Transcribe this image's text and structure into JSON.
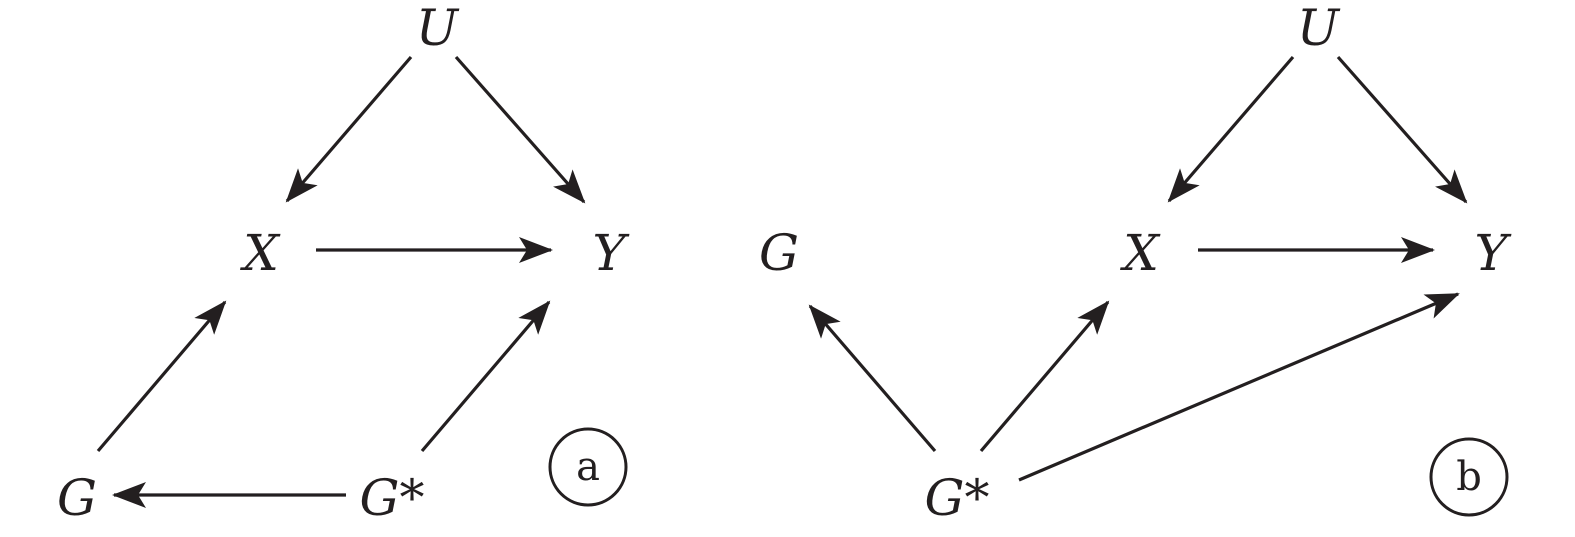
{
  "panels": [
    {
      "id": "a",
      "badge": "a",
      "nodes": {
        "U": "U",
        "X": "X",
        "Y": "Y",
        "G": "G",
        "Gstar": "G*"
      },
      "edges": [
        [
          "U",
          "X"
        ],
        [
          "U",
          "Y"
        ],
        [
          "X",
          "Y"
        ],
        [
          "G",
          "X"
        ],
        [
          "Gstar",
          "Y"
        ],
        [
          "Gstar",
          "G"
        ]
      ]
    },
    {
      "id": "b",
      "badge": "b",
      "nodes": {
        "U": "U",
        "X": "X",
        "Y": "Y",
        "G": "G",
        "Gstar": "G*"
      },
      "edges": [
        [
          "U",
          "X"
        ],
        [
          "U",
          "Y"
        ],
        [
          "X",
          "Y"
        ],
        [
          "Gstar",
          "G"
        ],
        [
          "Gstar",
          "X"
        ],
        [
          "Gstar",
          "Y"
        ]
      ]
    }
  ]
}
